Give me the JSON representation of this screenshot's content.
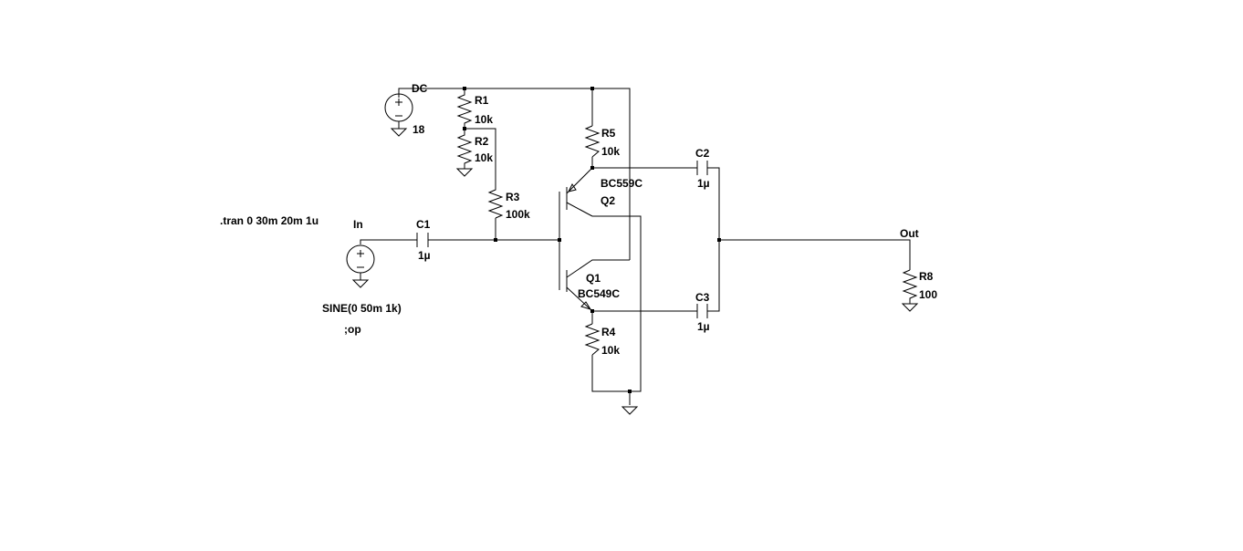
{
  "directives": {
    "tran": ".tran 0 30m 20m 1u",
    "op": ";op"
  },
  "sources": {
    "dc": {
      "name": "DC",
      "value": "18"
    },
    "input": {
      "net_label": "In",
      "value": "SINE(0 50m 1k)"
    }
  },
  "nets": {
    "output": "Out"
  },
  "resistors": {
    "r1": {
      "name": "R1",
      "value": "10k"
    },
    "r2": {
      "name": "R2",
      "value": "10k"
    },
    "r3": {
      "name": "R3",
      "value": "100k"
    },
    "r4": {
      "name": "R4",
      "value": "10k"
    },
    "r5": {
      "name": "R5",
      "value": "10k"
    },
    "r8": {
      "name": "R8",
      "value": "100"
    }
  },
  "capacitors": {
    "c1": {
      "name": "C1",
      "value": "1µ"
    },
    "c2": {
      "name": "C2",
      "value": "1µ"
    },
    "c3": {
      "name": "C3",
      "value": "1µ"
    }
  },
  "transistors": {
    "q1": {
      "name": "Q1",
      "model": "BC549C"
    },
    "q2": {
      "name": "Q2",
      "model": "BC559C"
    }
  }
}
